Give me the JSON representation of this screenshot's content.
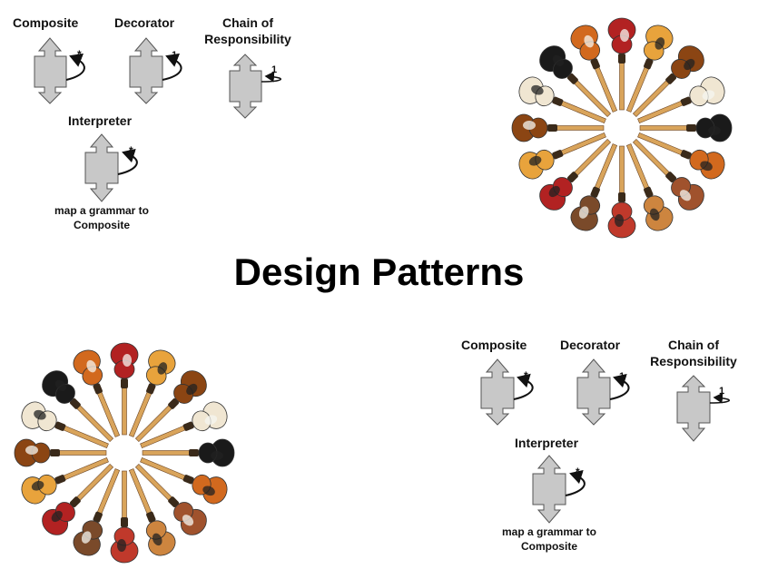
{
  "title": "Design Patterns",
  "patterns_top": {
    "composite": {
      "label": "Composite",
      "multiplicity": "*"
    },
    "decorator": {
      "label": "Decorator",
      "multiplicity": "1"
    },
    "chain": {
      "label": "Chain of Responsibility",
      "multiplicity": "1"
    },
    "interpreter": {
      "label": "Interpreter",
      "multiplicity": "*",
      "note": "map a grammar to Composite"
    }
  },
  "patterns_bottom": {
    "composite": {
      "label": "Composite",
      "multiplicity": "*"
    },
    "decorator": {
      "label": "Decorator",
      "multiplicity": "1"
    },
    "chain": {
      "label": "Chain of Responsibility",
      "multiplicity": "1"
    },
    "interpreter": {
      "label": "Interpreter",
      "multiplicity": "*",
      "note": "map a grammar to Composite"
    }
  },
  "colors": {
    "shape_fill": "#c8c8c8",
    "shape_stroke": "#555555",
    "guitar_palette": [
      "#b22222",
      "#e8a33c",
      "#8b4513",
      "#f0e6d2",
      "#1a1a1a",
      "#d2691e",
      "#a0522d",
      "#cd853f",
      "#c0392b",
      "#7a4a2a"
    ]
  }
}
